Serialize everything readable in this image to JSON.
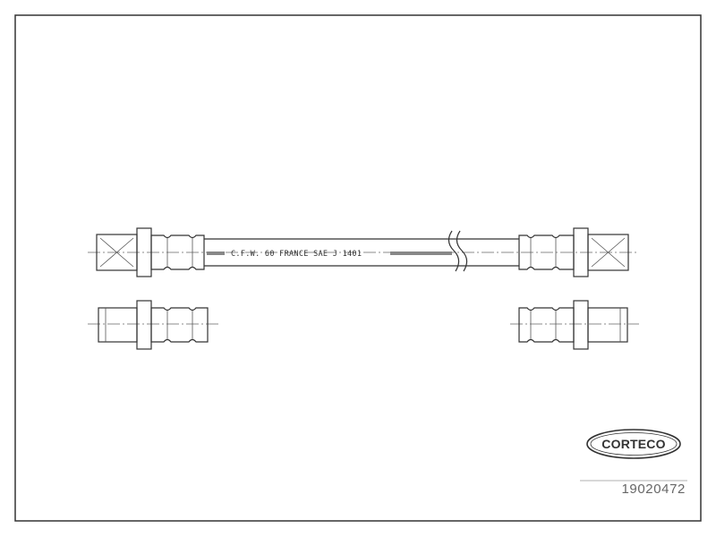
{
  "hose": {
    "printing": "C.F.W. 60 FRANCE SAE J 1401"
  },
  "logo": {
    "text": "CORTECO"
  },
  "part_number": "19020472"
}
